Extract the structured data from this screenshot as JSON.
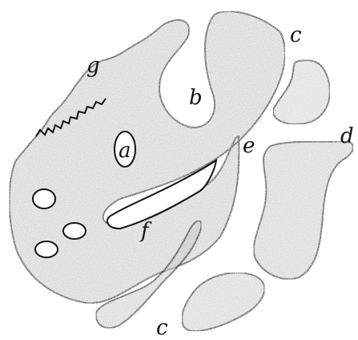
{
  "labels": {
    "a": "a",
    "b": "b",
    "c_top": "c",
    "c_bottom": "c",
    "d": "d",
    "e": "e",
    "f": "f",
    "g": "g"
  },
  "colors": {
    "stroke": "#111111",
    "fill_light": "#d6d6d6",
    "fill_mid": "#bcbcbc",
    "background": "#ffffff"
  },
  "icons": {
    "texture": "pencil-shading"
  }
}
